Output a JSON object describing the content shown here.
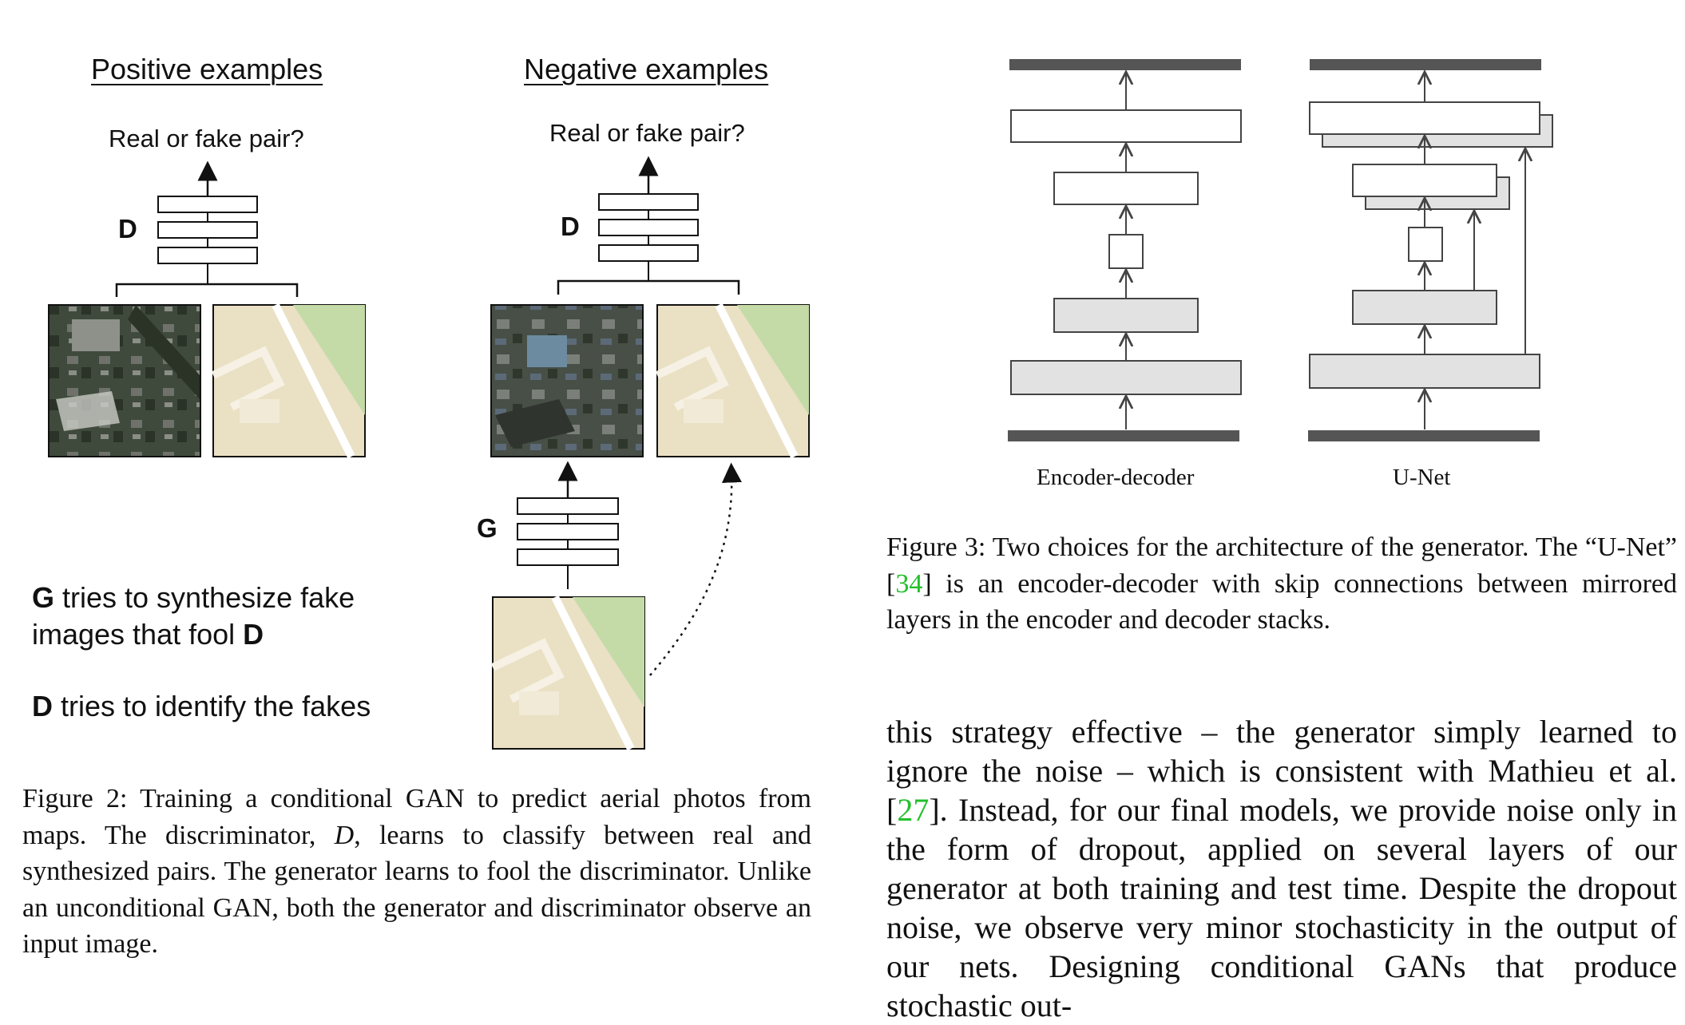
{
  "figure2": {
    "positive_heading": "Positive examples",
    "negative_heading": "Negative examples",
    "question_positive": "Real or fake pair?",
    "question_negative": "Real or fake pair?",
    "d_label_positive": "D",
    "d_label_negative": "D",
    "g_label": "G",
    "note_g_bold": "G",
    "note_g_text_1": " tries to synthesize fake",
    "note_g_text_2": "images that fool ",
    "note_g_bold_2": "D",
    "note_d_bold": "D",
    "note_d_text": " tries to identify the fakes",
    "caption": {
      "label": "Figure 2:",
      "text_1": "Training a conditional GAN to predict aerial photos from maps. The discriminator, ",
      "d_symbol": "D",
      "text_2": ", learns to classify between real and synthesized pairs. The generator learns to fool the discriminator. Unlike an unconditional GAN, both the generator and discriminator observe an input image."
    }
  },
  "figure3": {
    "encoder_decoder_label": "Encoder-decoder",
    "unet_label": "U-Net",
    "caption": {
      "label": "Figure 3:",
      "text_1": "Two choices for the architecture of the generator. The “U-Net” [",
      "cite": "34",
      "text_2": "] is an encoder-decoder with skip connections between mirrored layers in the encoder and decoder stacks."
    }
  },
  "body": {
    "text_1": "this strategy effective – the generator simply learned to ignore the noise – which is consistent with Mathieu et al. [",
    "cite": "27",
    "text_2": "]. Instead, for our final models, we provide noise only in the form of dropout, applied on several layers of our generator at both training and test time. Despite the dropout noise, we observe very minor stochasticity in the output of our nets. Designing conditional GANs that produce stochastic out-"
  },
  "colors": {
    "link_green": "#22c02a",
    "bar_dark": "#555555",
    "layer_gray": "#e2e2e2",
    "map_beige": "#eae0c4",
    "map_green": "#c4dba8"
  }
}
